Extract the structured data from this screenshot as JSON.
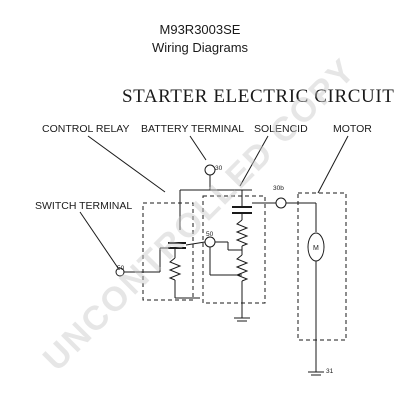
{
  "header": {
    "part_number": "M93R3003SE",
    "subtitle": "Wiring Diagrams"
  },
  "diagram": {
    "title": "STARTER ELECTRIC CIRCUIT",
    "labels": {
      "control_relay": "CONTROL RELAY",
      "battery_terminal": "BATTERY TERMINAL",
      "solenoid": "SOLENCID",
      "motor": "MOTOR",
      "switch_terminal": "SWITCH TERMINAL"
    },
    "terminals": {
      "t30": "30",
      "t30b": "30b",
      "t50": "50",
      "t50a": "50",
      "t31": "31"
    },
    "motor_symbol": "M"
  },
  "watermark": "UNCONTROLLED COPY",
  "colors": {
    "line": "#1a1a1a",
    "watermark": "#c8c8c8"
  }
}
